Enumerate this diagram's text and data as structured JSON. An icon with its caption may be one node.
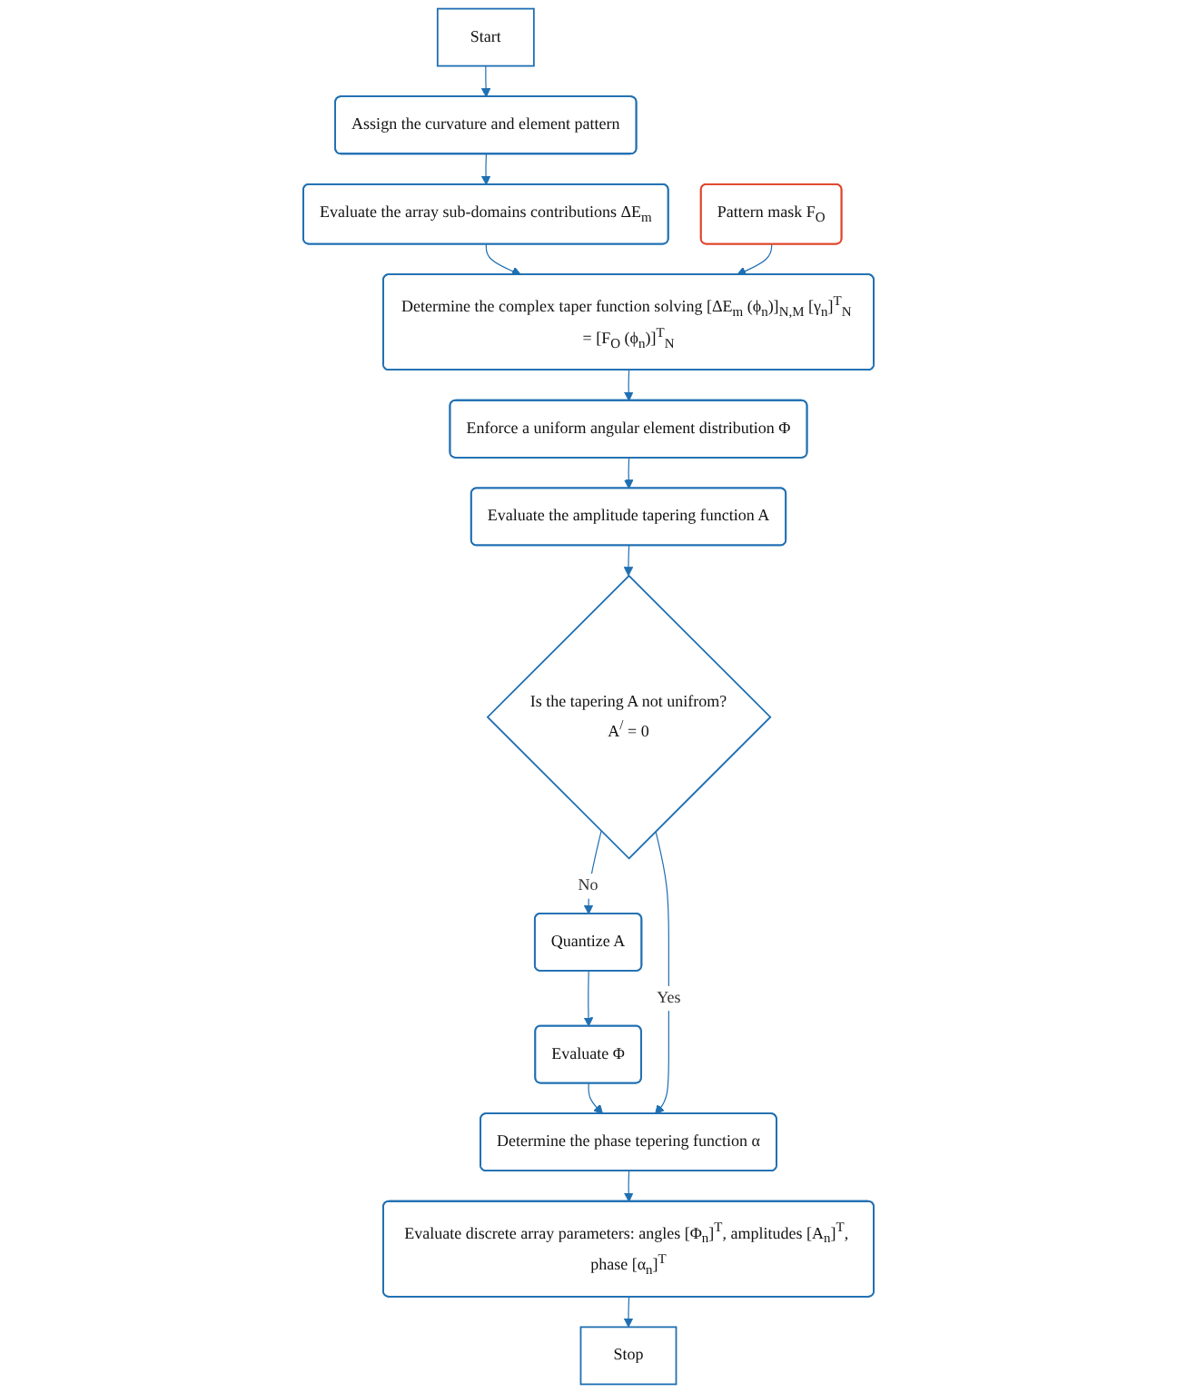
{
  "diagram": {
    "nodes": [
      {
        "text": [
          "Start"
        ]
      },
      {
        "text": [
          "Assign the curvature and element pattern"
        ]
      },
      {
        "text": [
          "Evaluate the array sub-domains contributions ΔE$_{m}$"
        ]
      },
      {
        "text": [
          "Determine the complex taper function solving [ΔE$_{m}$ (ϕ$_{n}$)]$_{N,M}$ [γ$_{n}$]$^{T}$$_{N}$ = [F$_{O}$ (ϕ$_{n}$)]$^{T}$$_{N}$"
        ]
      },
      {
        "text": [
          "Pattern mask F$_{O}$"
        ]
      },
      {
        "text": [
          "Enforce a uniform angular element distribution Φ"
        ]
      },
      {
        "text": [
          "Evaluate the amplitude tapering function A"
        ]
      },
      {
        "text": [
          "Is the tapering A not unifrom?",
          "A$^{/}$ = 0"
        ]
      },
      {
        "text": [
          "Quantize A"
        ]
      },
      {
        "text": [
          "Evaluate Φ"
        ]
      },
      {
        "text": [
          "Determine the phase tepering function α"
        ]
      },
      {
        "text": [
          "Evaluate discrete array parameters: angles [Φ$_{n}$]$^{T}$, amplitudes [A$_{n}$]$^{T}$, phase [α$_{n}$]$^{T}$"
        ]
      },
      {
        "text": [
          "Stop"
        ]
      }
    ],
    "edges": [
      {
        "from": 0,
        "to": 1,
        "arrow": "to"
      },
      {
        "from": 1,
        "to": 2,
        "arrow": "to"
      },
      {
        "from": 2,
        "to": 3,
        "arrow": "to"
      },
      {
        "from": 4,
        "to": 3,
        "arrow": "to"
      },
      {
        "from": 3,
        "to": 5,
        "arrow": "to"
      },
      {
        "from": 5,
        "to": 6,
        "arrow": "to"
      },
      {
        "from": 6,
        "to": 7,
        "arrow": "to"
      },
      {
        "from": 7,
        "to": 8,
        "label": "No",
        "arrow": "to"
      },
      {
        "from": 8,
        "to": 9,
        "arrow": "to"
      },
      {
        "from": 9,
        "to": 10,
        "arrow": "to"
      },
      {
        "from": 7,
        "to": 10,
        "label": "Yes",
        "arrow": "to"
      },
      {
        "from": 10,
        "to": 11,
        "arrow": "to"
      },
      {
        "from": 11,
        "to": 12,
        "arrow": "to"
      }
    ]
  }
}
